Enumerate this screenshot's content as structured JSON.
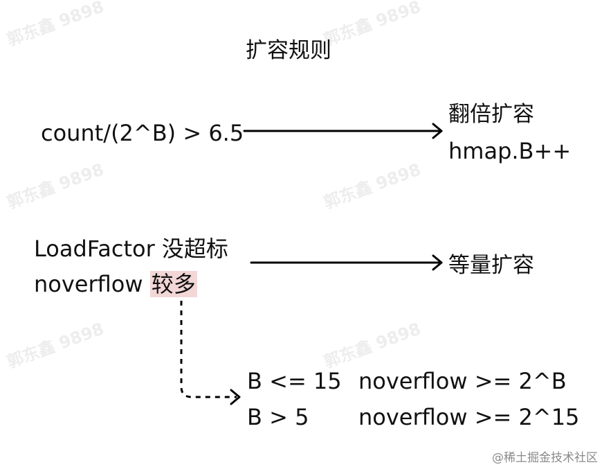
{
  "title": "扩容规则",
  "rule1": {
    "condition": "count/(2^B) > 6.5",
    "result_line1": "翻倍扩容",
    "result_line2": "hmap.B++"
  },
  "rule2": {
    "condition_line1": "LoadFactor 没超标",
    "condition_line2_prefix": "noverflow ",
    "condition_line2_highlight": "较多",
    "result": "等量扩容"
  },
  "detail": {
    "row1_left": "B <= 15",
    "row1_right": "noverflow >= 2^B",
    "row2_left": "B > 5",
    "row2_right": "noverflow >= 2^15"
  },
  "watermark": "郭东鑫 9898",
  "credit": "@稀土掘金技术社区",
  "colors": {
    "highlight": "#f3d7d7",
    "arrow": "#000000"
  }
}
